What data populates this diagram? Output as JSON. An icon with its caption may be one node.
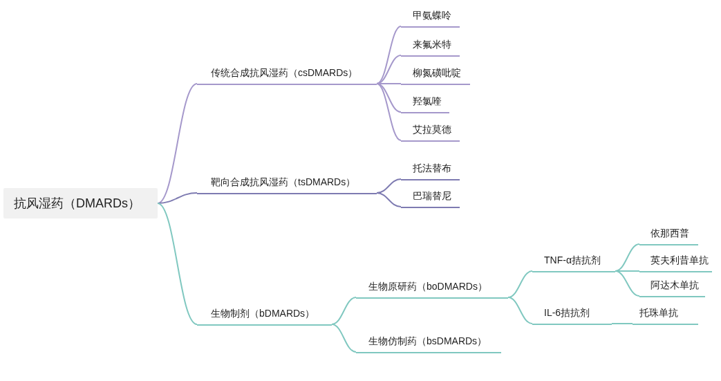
{
  "diagram": {
    "nodes": [
      {
        "text": [
          "抗风湿药（DMARDs）"
        ]
      },
      {
        "text": [
          "传统合成抗风湿药（csDMARDs）"
        ]
      },
      {
        "text": [
          "甲氨蝶呤"
        ]
      },
      {
        "text": [
          "来氟米特"
        ]
      },
      {
        "text": [
          "柳氮磺吡啶"
        ]
      },
      {
        "text": [
          "羟氯喹"
        ]
      },
      {
        "text": [
          "艾拉莫德"
        ]
      },
      {
        "text": [
          "靶向合成抗风湿药（tsDMARDs）"
        ]
      },
      {
        "text": [
          "托法替布"
        ]
      },
      {
        "text": [
          "巴瑞替尼"
        ]
      },
      {
        "text": [
          "生物制剂（bDMARDs）"
        ]
      },
      {
        "text": [
          "生物原研药（boDMARDs）"
        ]
      },
      {
        "text": [
          "TNF-α拮抗剂"
        ]
      },
      {
        "text": [
          "依那西普"
        ]
      },
      {
        "text": [
          "英夫利昔单抗"
        ]
      },
      {
        "text": [
          "阿达木单抗"
        ]
      },
      {
        "text": [
          "IL-6拮抗剂"
        ]
      },
      {
        "text": [
          "托珠单抗"
        ]
      },
      {
        "text": [
          "生物仿制药（bsDMARDs）"
        ]
      }
    ],
    "edges": [
      {
        "from": 0,
        "to": 1,
        "arrow": "none",
        "color": "#a598cb"
      },
      {
        "from": 1,
        "to": 2,
        "arrow": "none",
        "color": "#a598cb"
      },
      {
        "from": 1,
        "to": 3,
        "arrow": "none",
        "color": "#a598cb"
      },
      {
        "from": 1,
        "to": 4,
        "arrow": "none",
        "color": "#a598cb"
      },
      {
        "from": 1,
        "to": 5,
        "arrow": "none",
        "color": "#a598cb"
      },
      {
        "from": 1,
        "to": 6,
        "arrow": "none",
        "color": "#a598cb"
      },
      {
        "from": 0,
        "to": 7,
        "arrow": "none",
        "color": "#7e7bb1"
      },
      {
        "from": 7,
        "to": 8,
        "arrow": "none",
        "color": "#7e7bb1"
      },
      {
        "from": 7,
        "to": 9,
        "arrow": "none",
        "color": "#7e7bb1"
      },
      {
        "from": 0,
        "to": 10,
        "arrow": "none"
      },
      {
        "from": 10,
        "to": 11,
        "arrow": "none"
      },
      {
        "from": 10,
        "to": 18,
        "arrow": "none"
      },
      {
        "from": 11,
        "to": 12,
        "arrow": "none"
      },
      {
        "from": 11,
        "to": 16,
        "arrow": "none"
      },
      {
        "from": 12,
        "to": 13,
        "arrow": "none"
      },
      {
        "from": 12,
        "to": 14,
        "arrow": "none"
      },
      {
        "from": 12,
        "to": 15,
        "arrow": "none"
      },
      {
        "from": 16,
        "to": 17,
        "arrow": "none"
      }
    ]
  }
}
